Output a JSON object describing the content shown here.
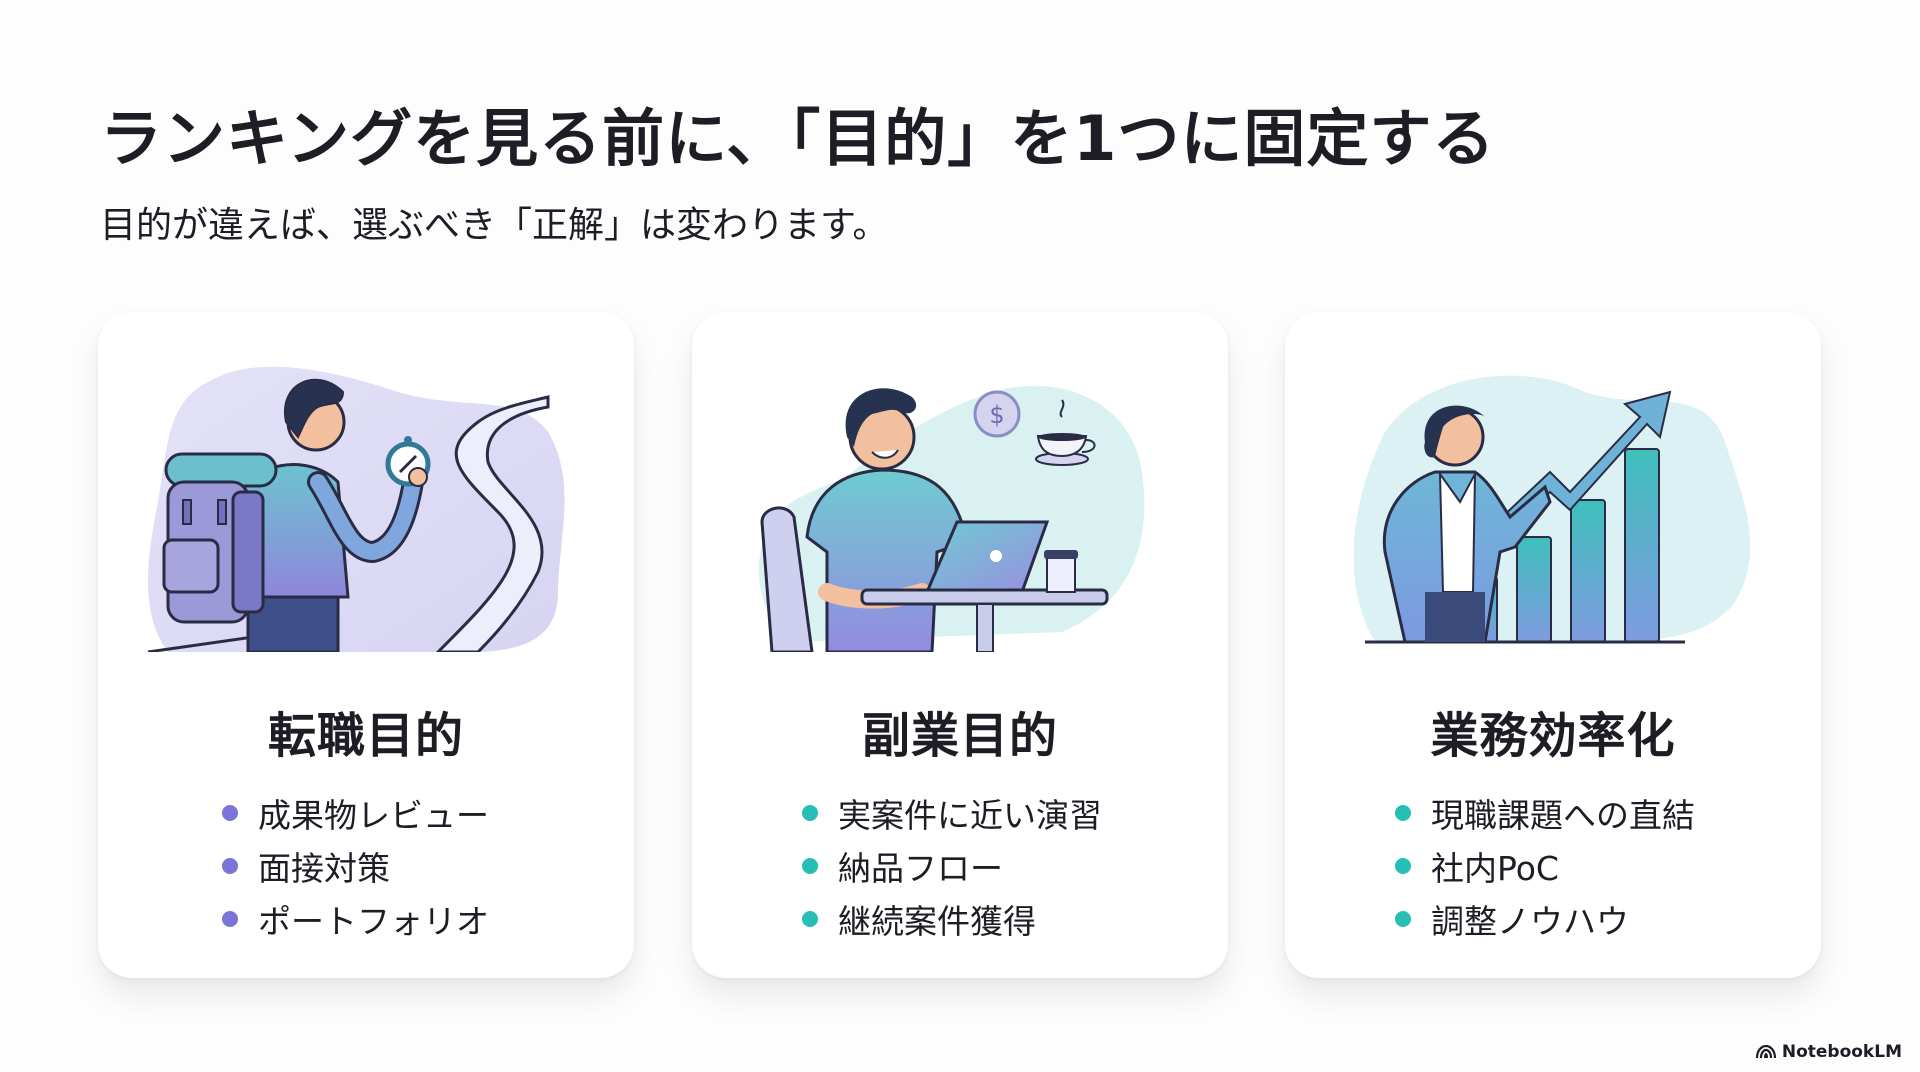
{
  "header": {
    "title": "ランキングを見る前に、「目的」を1つに固定する",
    "subtitle": "目的が違えば、選ぶべき「正解」は変わります。"
  },
  "cards": [
    {
      "title": "転職目的",
      "illustration": "hiker-with-compass-icon",
      "bullet_color": "#7a74d9",
      "bullets": [
        "成果物レビュー",
        "面接対策",
        "ポートフォリオ"
      ]
    },
    {
      "title": "副業目的",
      "illustration": "freelancer-laptop-icon",
      "bullet_color": "#27bfb5",
      "bullets": [
        "実案件に近い演習",
        "納品フロー",
        "継続案件獲得"
      ]
    },
    {
      "title": "業務効率化",
      "illustration": "growth-chart-presenter-icon",
      "bullet_color": "#27bfb5",
      "bullets": [
        "現職課題への直結",
        "社内PoC",
        "調整ノウハウ"
      ]
    }
  ],
  "footer": {
    "brand": "NotebookLM",
    "brand_icon": "notebooklm-logo-icon"
  },
  "colors": {
    "background": "#fdfdfd",
    "card": "#ffffff",
    "text": "#1d1d26",
    "purple_accent": "#7a74d9",
    "teal_accent": "#27bfb5"
  }
}
